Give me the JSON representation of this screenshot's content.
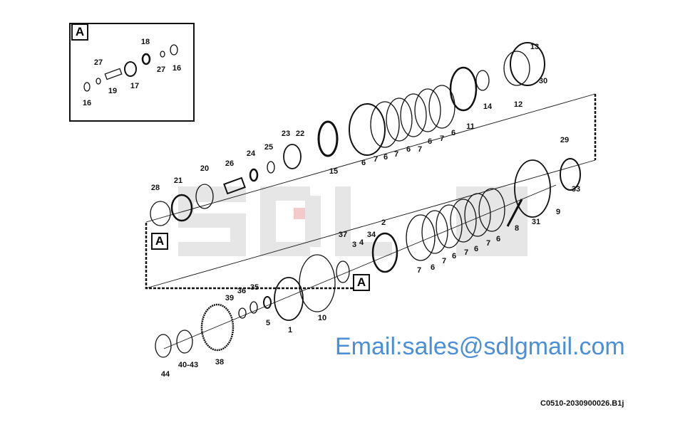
{
  "inset": {
    "title": "A",
    "labels": [
      "18",
      "27",
      "27",
      "16",
      "19",
      "17",
      "16"
    ]
  },
  "callouts": [
    "A",
    "A"
  ],
  "labels": [
    "13",
    "30",
    "14",
    "12",
    "11",
    "6",
    "7",
    "6",
    "7",
    "6",
    "7",
    "6",
    "7",
    "6",
    "15",
    "23",
    "22",
    "25",
    "24",
    "26",
    "20",
    "21",
    "28",
    "29",
    "33",
    "9",
    "8",
    "31",
    "6",
    "7",
    "6",
    "7",
    "6",
    "7",
    "6",
    "7",
    "2",
    "34",
    "4",
    "3",
    "37",
    "10",
    "1",
    "39",
    "36",
    "35",
    "5",
    "38",
    "40-43",
    "44"
  ],
  "drawing_code": "C0510-2030900026.B1j",
  "watermark": "Email:sales@sdlgmail.com",
  "logo": "SDLG"
}
